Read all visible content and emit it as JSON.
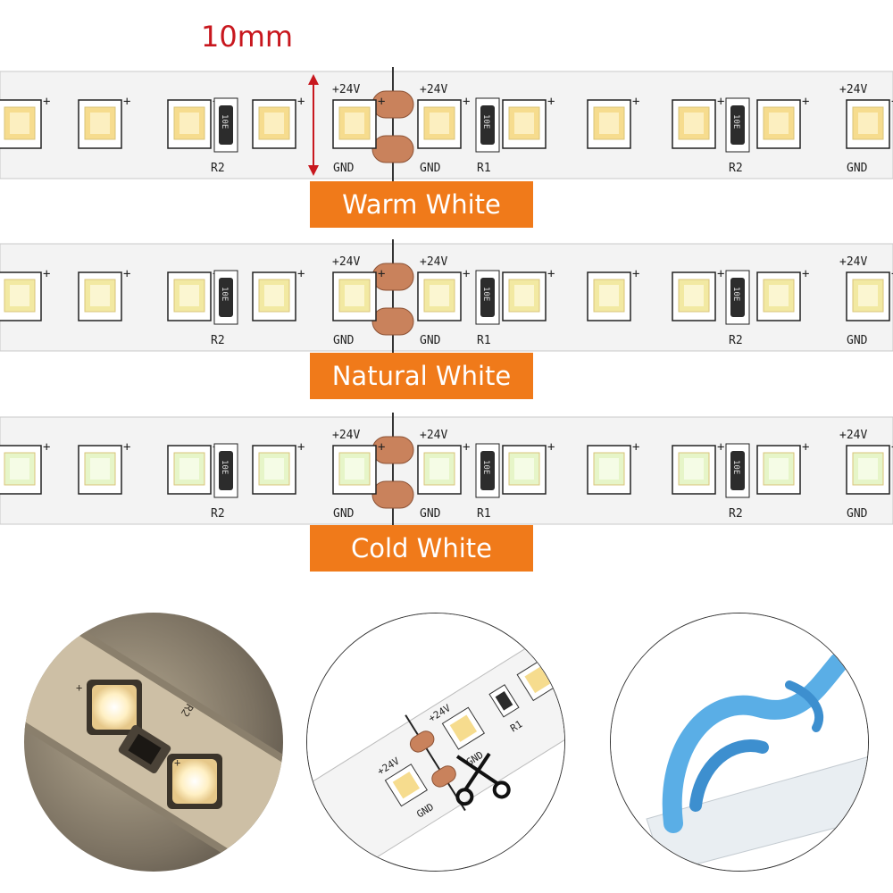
{
  "dimension_label": "10mm",
  "strips": [
    {
      "name": "warm",
      "label": "Warm White",
      "led_color": "#f6dc8e",
      "led_glow": "#fff6d6"
    },
    {
      "name": "natural",
      "label": "Natural White",
      "led_color": "#f2e9a2",
      "led_glow": "#fffbe6"
    },
    {
      "name": "cold",
      "label": "Cold White",
      "led_color": "#e6f5c8",
      "led_glow": "#fbfff2"
    }
  ],
  "pcb_text": {
    "plus24": "+24V",
    "gnd": "GND",
    "r1": "R1",
    "r2": "R2",
    "resistor": "10E",
    "plus": "+"
  },
  "colors": {
    "accent": "#f07a1a",
    "dimension": "#c8171e",
    "pad": "#c9825c",
    "pcb": "#f3f3f3",
    "tape": "#5aaee6"
  }
}
